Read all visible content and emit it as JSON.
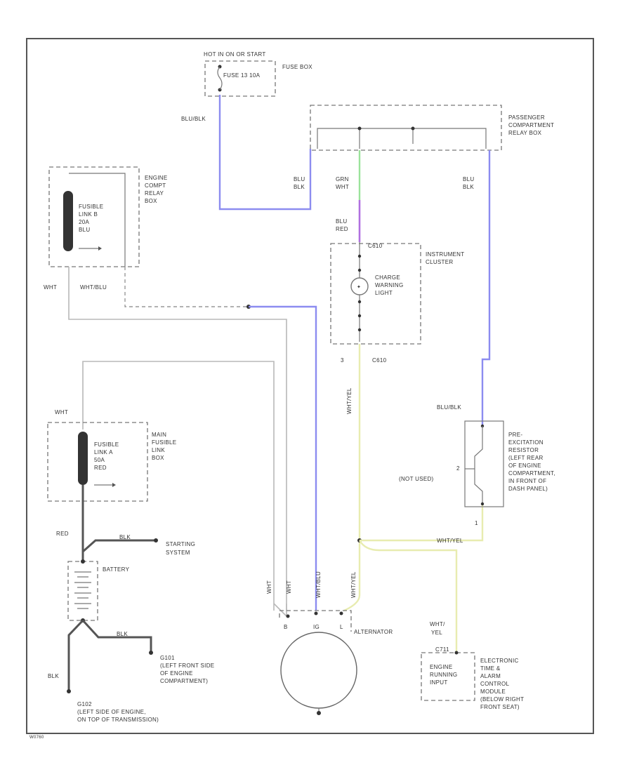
{
  "diagram": {
    "fuse_box": {
      "hot_label": "HOT IN ON OR START",
      "fuse": "FUSE 13 10A",
      "box": "FUSE BOX"
    },
    "passenger_relay_box": [
      "PASSENGER",
      "COMPARTMENT",
      "RELAY BOX"
    ],
    "engine_relay_box": [
      "ENGINE",
      "COMPT",
      "RELAY",
      "BOX"
    ],
    "fusible_link_b": [
      "FUSIBLE",
      "LINK B",
      "20A",
      "BLU"
    ],
    "main_fuse_box": [
      "MAIN",
      "FUSIBLE",
      "LINK",
      "BOX"
    ],
    "fusible_link_a": [
      "FUSIBLE",
      "LINK A",
      "50A",
      "RED"
    ],
    "instrument_cluster": [
      "INSTRUMENT",
      "CLUSTER"
    ],
    "charge_light": [
      "CHARGE",
      "WARNING",
      "LIGHT"
    ],
    "cluster_connector_top": "C610",
    "cluster_pin_left": "3",
    "cluster_connector_bottom": "C610",
    "pre_excitation": [
      "PRE-",
      "EXCITATION",
      "RESISTOR",
      "(LEFT REAR",
      "OF ENGINE",
      "COMPARTMENT,",
      "IN FRONT OF",
      "DASH PANEL)"
    ],
    "not_used": "(NOT USED)",
    "starting_system": [
      "STARTING",
      "SYSTEM"
    ],
    "battery": "BATTERY",
    "alternator": "ALTERNATOR",
    "alt_pins": [
      "B",
      "IG",
      "L"
    ],
    "ground_g101": [
      "G101",
      "(LEFT FRONT SIDE",
      "OF ENGINE",
      "COMPARTMENT)"
    ],
    "ground_g102": [
      "G102",
      "(LEFT SIDE OF ENGINE,",
      "ON TOP OF TRANSMISSION)"
    ],
    "control_module": [
      "ELECTRONIC",
      "TIME &",
      "ALARM",
      "CONTROL",
      "MODULE",
      "(BELOW RIGHT",
      "FRONT SEAT)"
    ],
    "engine_running_input": [
      "ENGINE",
      "RUNNING",
      "INPUT"
    ],
    "module_connector": "C711",
    "wires": {
      "blu_blk_top": "BLU/BLK",
      "blu_blk_left": [
        "BLU",
        "BLK"
      ],
      "grn_wht": [
        "GRN",
        "WHT"
      ],
      "blu_red": [
        "BLU",
        "RED"
      ],
      "blu_blk_right": [
        "BLU",
        "BLK"
      ],
      "wht_left": "WHT",
      "wht_blu_top": "WHT/BLU",
      "wht_top_main": "WHT",
      "wht_yel_cluster": "WHT/YEL",
      "blu_blk_resistor": "BLU/BLK",
      "red": "RED",
      "blk_start": "BLK",
      "blk_g101": "BLK",
      "blk_g102": "BLK",
      "wht_alt_1": "WHT",
      "wht_alt_2": "WHT",
      "wht_blu_alt": "WHT/BLU",
      "wht_yel_alt": "WHT/YEL",
      "wht_yel_resistor": "WHT/YEL",
      "wht_yel_module": [
        "WHT/",
        "YEL"
      ],
      "resistor_pin_1": "1",
      "resistor_pin_2": "2"
    },
    "footer": "W0760"
  }
}
